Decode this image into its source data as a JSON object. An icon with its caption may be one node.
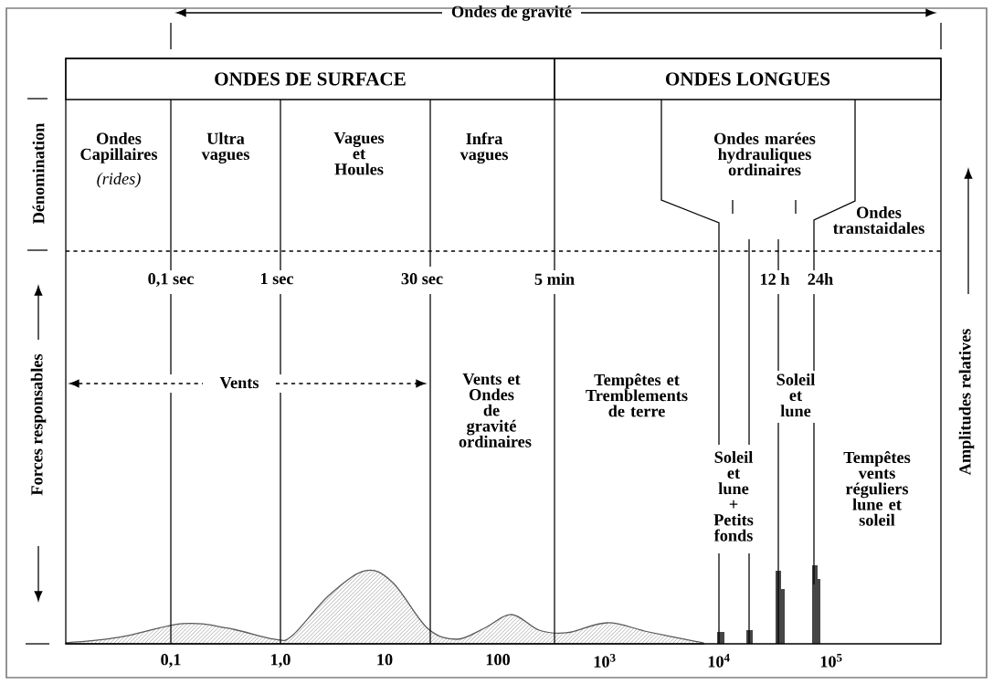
{
  "diagram": {
    "nodes": [
      {
        "text": [
          "ONDES DE SURFACE"
        ]
      },
      {
        "text": [
          "ONDES LONGUES"
        ]
      }
    ],
    "labels": [
      "Ondes de gravité",
      "Dénomination",
      "Ondes Capillaires",
      "*(rides)*",
      "Ultra vagues",
      "Vagues et Houles",
      "Infra vagues",
      "Ondes marées hydrauliques ordinaires",
      "Ondes transtaidales",
      "0,1 sec",
      "1 sec",
      "30 sec",
      "5 min",
      "12 h",
      "24h",
      "Forces responsables",
      "Amplitudes relatives",
      "Vents",
      "Vents et Ondes de gravité ordinaires",
      "Tempêtes et Tremblements de terre",
      "Soleil et lune",
      "Soleil et lune + Petits fonds",
      "Tempêtes vents réguliers lune et soleil",
      "0,1",
      "1,0",
      "10",
      "100",
      "10$^{3}$",
      "10$^{4}$",
      "10$^{5}$"
    ]
  }
}
